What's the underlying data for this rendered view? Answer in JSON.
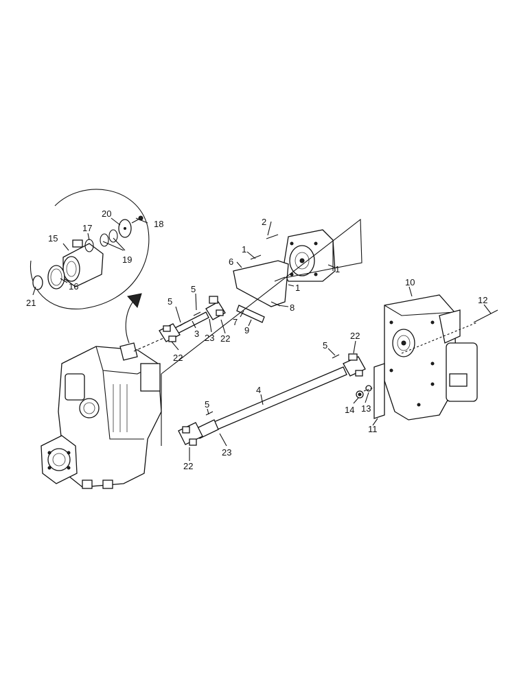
{
  "callouts": {
    "c1a": "1",
    "c1b": "1",
    "c1c": "1",
    "c2": "2",
    "c3": "3",
    "c4": "4",
    "c5a": "5",
    "c5b": "5",
    "c5c": "5",
    "c5d": "5",
    "c6": "6",
    "c7": "7",
    "c8": "8",
    "c9": "9",
    "c10": "10",
    "c11": "11",
    "c12": "12",
    "c13": "13",
    "c14": "14",
    "c15": "15",
    "c16": "16",
    "c17": "17",
    "c18": "18",
    "c19": "19",
    "c20": "20",
    "c21": "21",
    "c22a": "22",
    "c22b": "22",
    "c22c": "22",
    "c22d": "22",
    "c23a": "23",
    "c23b": "23"
  }
}
